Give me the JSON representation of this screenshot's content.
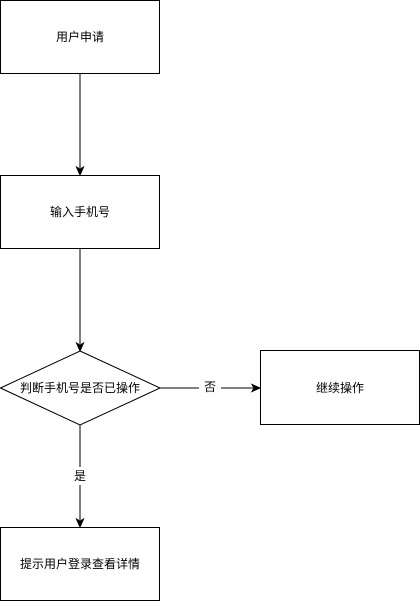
{
  "nodes": {
    "user_apply": "用户申请",
    "enter_phone": "输入手机号",
    "check_phone": "判断手机号是否已操作",
    "continue_op": "继续操作",
    "prompt_login": "提示用户登录查看详情"
  },
  "edges": {
    "no_label": "否",
    "yes_label": "是"
  }
}
